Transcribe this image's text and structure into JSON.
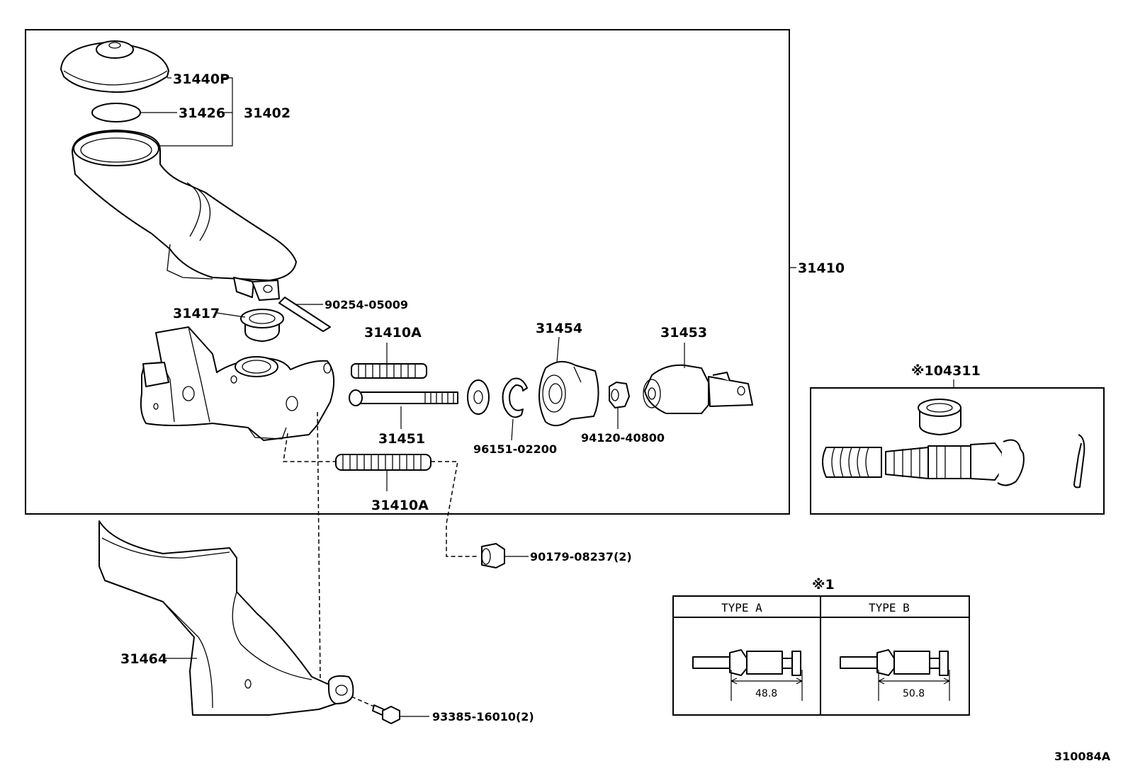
{
  "parts": {
    "p31440P": "31440P",
    "p31426": "31426",
    "p31402": "31402",
    "p31410": "31410",
    "p31417": "31417",
    "p90254": "90254-05009",
    "p31410A_top": "31410A",
    "p31410A_bottom": "31410A",
    "p31454": "31454",
    "p31453": "31453",
    "p31451": "31451",
    "p96151": "96151-02200",
    "p94120": "94120-40800",
    "p90179": "90179-08237(2)",
    "p31464": "31464",
    "p93385": "93385-16010(2)"
  },
  "kit": {
    "label": "※104311"
  },
  "variants": {
    "note": "※1",
    "type_a": {
      "label": "TYPE A",
      "dimension": "48.8"
    },
    "type_b": {
      "label": "TYPE B",
      "dimension": "50.8"
    }
  },
  "diagram_id": "310084A"
}
